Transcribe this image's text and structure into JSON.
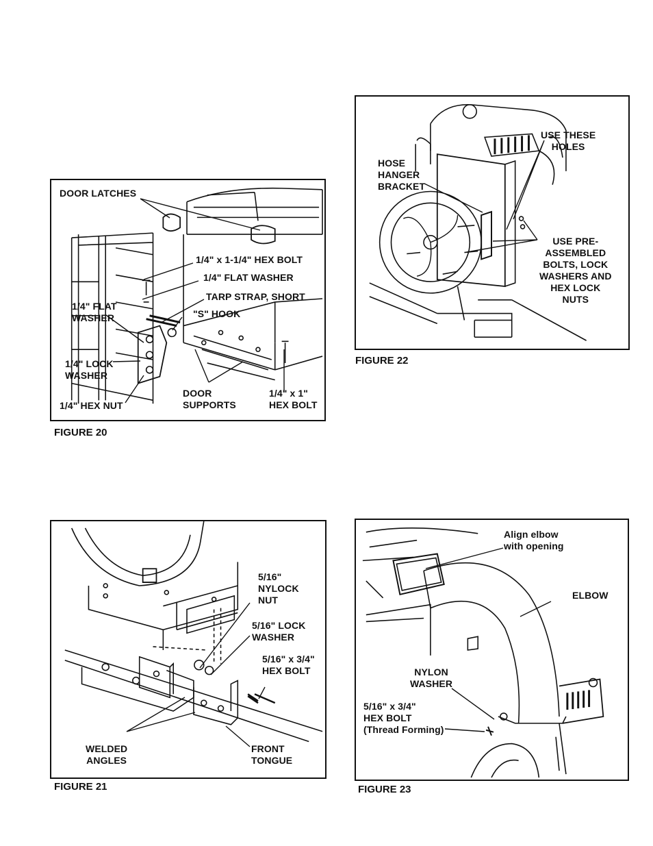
{
  "figure20": {
    "caption": "FIGURE 20",
    "labels": {
      "door_latches": "DOOR LATCHES",
      "hex_bolt_long": "1/4\" x 1-1/4\" HEX BOLT",
      "flat_washer_right": "1/4\" FLAT WASHER",
      "tarp_strap": "TARP STRAP, SHORT",
      "s_hook": "\"S\" HOOK",
      "flat_washer_left": "1/4\" FLAT\nWASHER",
      "lock_washer": "1/4\" LOCK\nWASHER",
      "hex_nut": "1/4\" HEX NUT",
      "door_supports": "DOOR\nSUPPORTS",
      "hex_bolt_short": "1/4\" x 1\"\nHEX BOLT"
    }
  },
  "figure21": {
    "caption": "FIGURE 21",
    "labels": {
      "nylock_nut": "5/16\"\nNYLOCK\nNUT",
      "lock_washer": "5/16\" LOCK\nWASHER",
      "hex_bolt": "5/16\" x 3/4\"\nHEX BOLT",
      "welded_angles": "WELDED\nANGLES",
      "front_tongue": "FRONT\nTONGUE"
    }
  },
  "figure22": {
    "caption": "FIGURE 22",
    "labels": {
      "use_holes": "USE THESE\nHOLES",
      "hose_bracket": "HOSE\nHANGER\nBRACKET",
      "pre_assembled": "USE PRE-\nASSEMBLED\nBOLTS, LOCK\nWASHERS AND\nHEX LOCK\nNUTS"
    }
  },
  "figure23": {
    "caption": "FIGURE 23",
    "labels": {
      "align_elbow": "Align elbow\nwith opening",
      "elbow": "ELBOW",
      "nylon_washer": "NYLON\nWASHER",
      "hex_bolt": "5/16\" x 3/4\"\nHEX BOLT\n(Thread Forming)"
    }
  },
  "icons": {
    "art_stroke": "#111111"
  }
}
